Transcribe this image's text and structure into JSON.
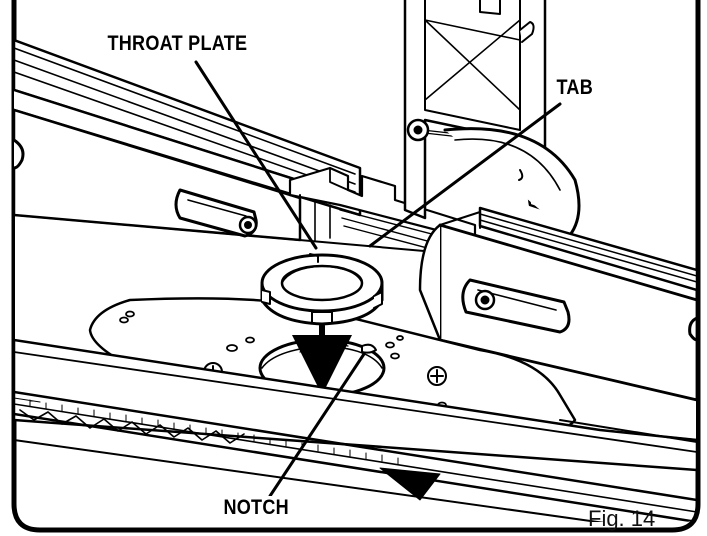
{
  "callouts": {
    "throat_plate": "THROAT PLATE",
    "tab": "TAB",
    "notch": "NOTCH"
  },
  "figure_label": "Fig. 14",
  "colors": {
    "ink": "#000000",
    "paper": "#ffffff"
  }
}
